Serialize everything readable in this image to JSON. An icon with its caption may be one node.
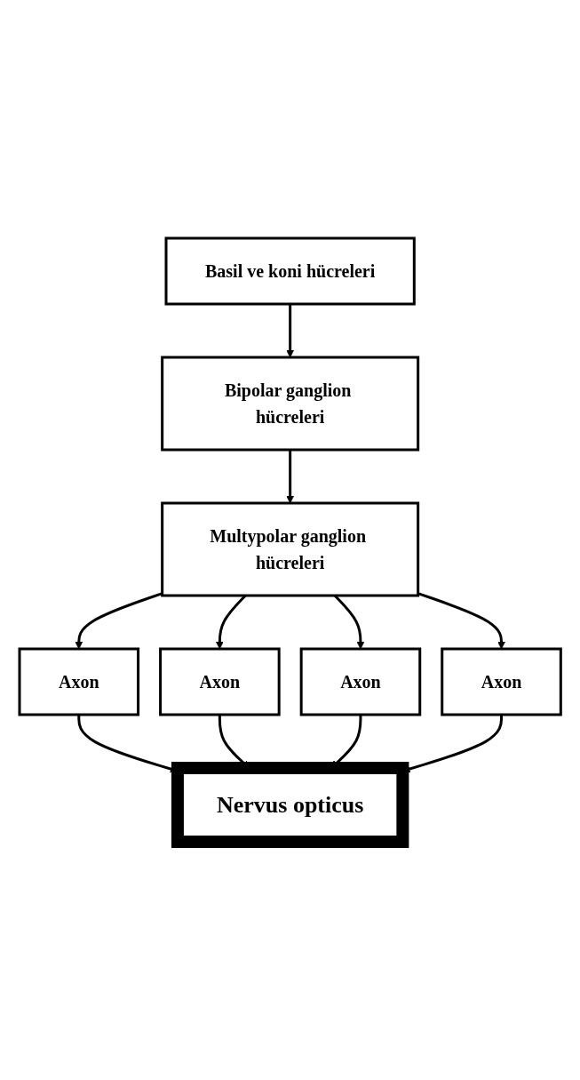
{
  "diagram": {
    "nodes": [
      {
        "text": [
          "Basil ve koni hücreleri"
        ]
      },
      {
        "text": [
          "Bipolar ganglion hücreleri"
        ]
      },
      {
        "text": [
          "Multypolar ganglion hücreleri"
        ]
      },
      {
        "text": [
          "Axon"
        ]
      },
      {
        "text": [
          "Axon"
        ]
      },
      {
        "text": [
          "Axon"
        ]
      },
      {
        "text": [
          "Axon"
        ]
      },
      {
        "text": [
          "Nervus opticus"
        ]
      }
    ],
    "edges": [
      {
        "from": 0,
        "to": 1,
        "arrow": "to"
      },
      {
        "from": 1,
        "to": 2,
        "arrow": "to"
      },
      {
        "from": 2,
        "to": 3,
        "arrow": "to"
      },
      {
        "from": 2,
        "to": 4,
        "arrow": "to"
      },
      {
        "from": 2,
        "to": 5,
        "arrow": "to"
      },
      {
        "from": 2,
        "to": 6,
        "arrow": "to"
      },
      {
        "from": 3,
        "to": 7,
        "arrow": "to"
      },
      {
        "from": 4,
        "to": 7,
        "arrow": "to"
      },
      {
        "from": 5,
        "to": 7,
        "arrow": "to"
      },
      {
        "from": 6,
        "to": 7,
        "arrow": "to"
      }
    ]
  }
}
